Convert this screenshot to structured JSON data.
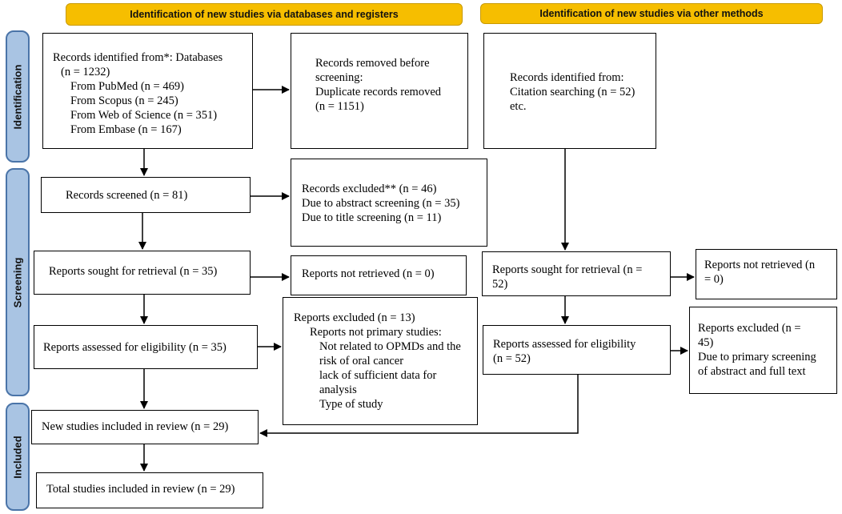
{
  "headers": {
    "databases": "Identification of new studies via databases and registers",
    "other": "Identification of new studies via other methods"
  },
  "phases": {
    "identification": "Identification",
    "screening": "Screening",
    "included": "Included"
  },
  "databases": {
    "identified": {
      "line1": "Records identified from*: Databases",
      "line2": "(n = 1232)",
      "pubmed": "From PubMed (n = 469)",
      "scopus": "From Scopus (n = 245)",
      "wos": "From Web of Science (n = 351)",
      "embase": "From Embase (n = 167)"
    },
    "removed": {
      "line1": "Records removed before",
      "line2": "screening:",
      "line3": "Duplicate records removed",
      "line4": "(n = 1151)"
    },
    "screened": "Records screened (n = 81)",
    "excluded": {
      "line1": "Records excluded** (n = 46)",
      "line2": "Due to abstract screening (n = 35)",
      "line3": "Due to title screening (n = 11)"
    },
    "sought": "Reports sought for retrieval (n = 35)",
    "not_retrieved": "Reports not retrieved (n = 0)",
    "assessed": "Reports assessed for eligibility (n = 35)",
    "reports_excluded": {
      "line1": "Reports excluded (n = 13)",
      "line2": "Reports not primary studies:",
      "line3": "Not related to OPMDs and the",
      "line4": "risk of oral cancer",
      "line5": "lack of sufficient data for",
      "line6": "analysis",
      "line7": "Type of study"
    },
    "new_included": "New studies included in review (n = 29)",
    "total_included": "Total studies included in review (n = 29)"
  },
  "other": {
    "identified": {
      "line1": "Records identified from:",
      "line2": "Citation searching (n = 52)",
      "line3": "etc."
    },
    "sought": {
      "line1": "Reports sought for retrieval (n =",
      "line2": "52)"
    },
    "not_retrieved": {
      "line1": "Reports not retrieved (n",
      "line2": "= 0)"
    },
    "assessed": {
      "line1": "Reports assessed for eligibility",
      "line2": "(n = 52)"
    },
    "excluded": {
      "line1": "Reports excluded (n =",
      "line2": "45)",
      "line3": "Due to primary screening",
      "line4": "of abstract and full text"
    }
  }
}
